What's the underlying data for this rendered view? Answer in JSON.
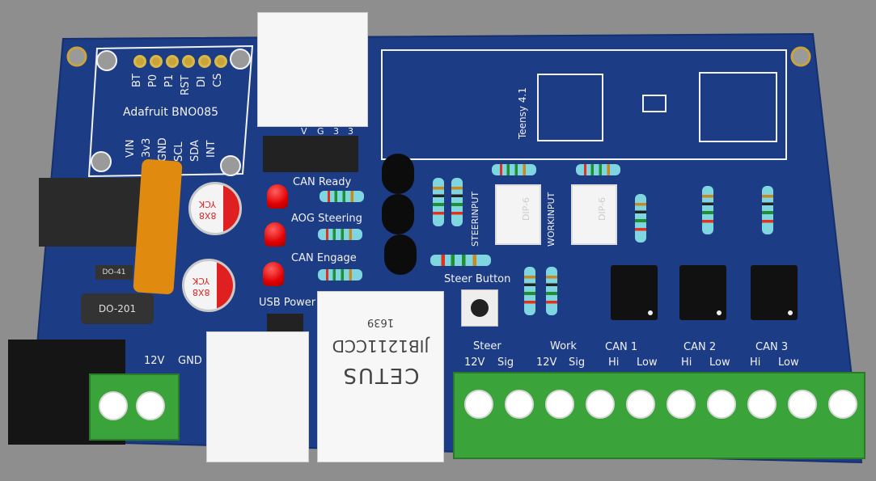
{
  "bno085": {
    "title": "Adafruit BNO085",
    "top_pins": [
      "BT",
      "P0",
      "P1",
      "RST",
      "DI",
      "CS"
    ],
    "bottom_pins": [
      "VIN",
      "3v3",
      "GND",
      "SCL",
      "SDA",
      "INT"
    ]
  },
  "header_pins": [
    "V",
    "G",
    "3",
    "3"
  ],
  "teensy_label": "Teensy 4.1",
  "leds": [
    {
      "label": "CAN Ready"
    },
    {
      "label": "AOG Steering"
    },
    {
      "label": "CAN Engage"
    }
  ],
  "usb_power_label": "USB Power",
  "steer_button_label": "Steer Button",
  "capacitors": [
    {
      "label": "8X8",
      "brand": "YCK"
    },
    {
      "label": "8X8",
      "brand": "YCK"
    }
  ],
  "diodes": [
    "DO-41",
    "DO-201"
  ],
  "optos": [
    {
      "label": "DIP-6",
      "input": "STEERINPUT"
    },
    {
      "label": "DIP-6",
      "input": "WORKINPUT"
    }
  ],
  "ethernet": {
    "brand": "CETUS",
    "model": "JIB1211CCD",
    "code": "1639"
  },
  "power_terminal": {
    "labels": [
      "12V",
      "GND"
    ]
  },
  "groups": [
    "Steer",
    "Work",
    "CAN 1",
    "CAN 2",
    "CAN 3"
  ],
  "terminal_labels": [
    "12V",
    "Sig",
    "12V",
    "Sig",
    "Hi",
    "Low",
    "Hi",
    "Low",
    "Hi",
    "Low"
  ],
  "colors": {
    "board": "#1c3c86",
    "silk": "#f2f2f2",
    "terminal": "#3aa33a",
    "background": "#8e8e8e"
  }
}
